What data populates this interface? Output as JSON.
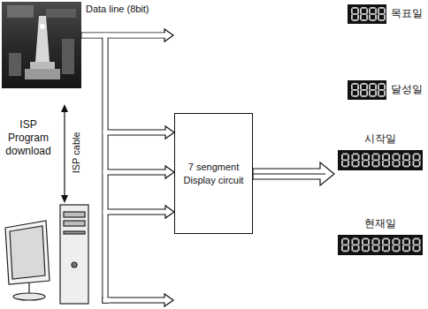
{
  "diagram": {
    "nodes": [
      {
        "text": [
          "7 sengment Display circuit"
        ]
      }
    ],
    "labels": [
      "Data line (8bit)",
      "ISP Program download",
      "ISP cable",
      "목표일",
      "달성일",
      "시작일",
      "현재일"
    ]
  }
}
